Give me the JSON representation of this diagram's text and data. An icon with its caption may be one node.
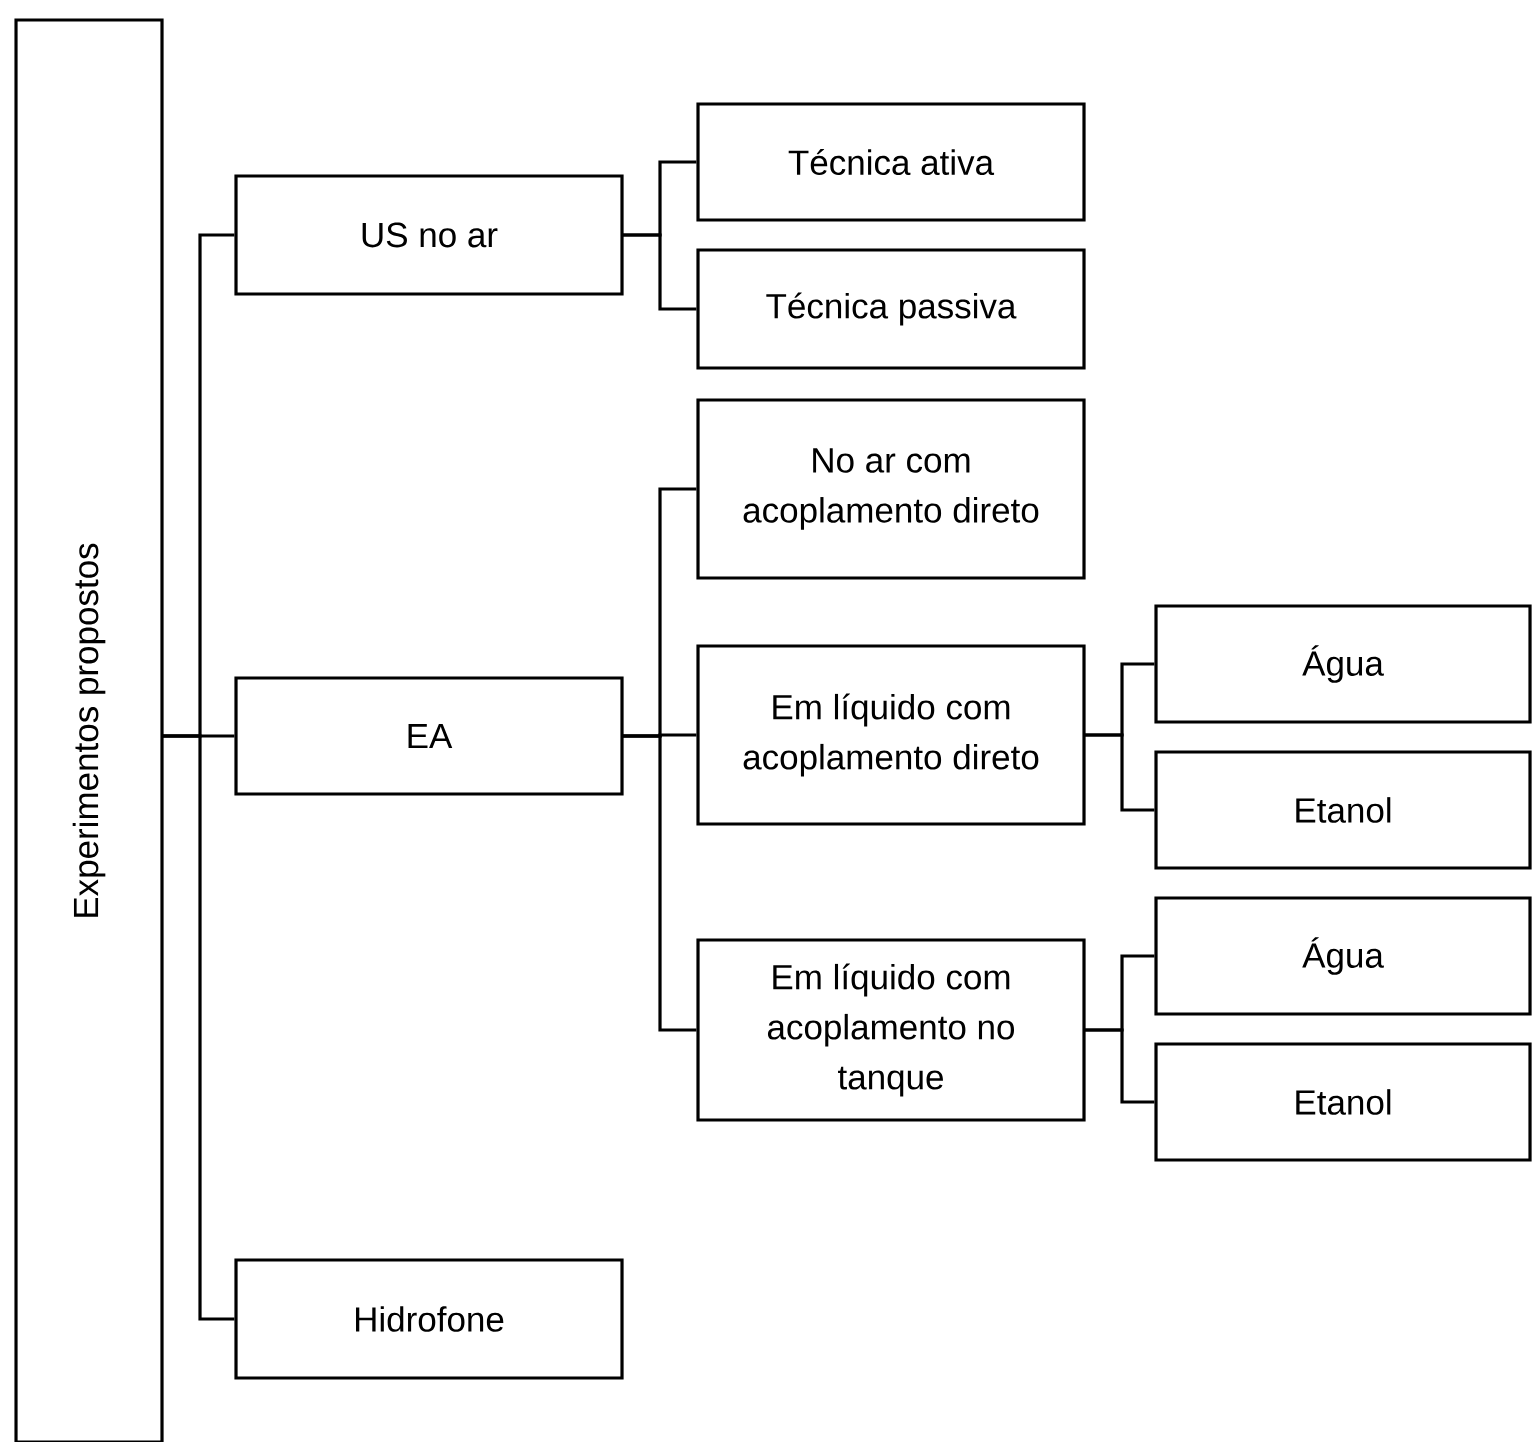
{
  "diagram": {
    "nodes": [
      {
        "text": [
          "Experimentos propostos"
        ]
      },
      {
        "text": [
          "US no ar"
        ]
      },
      {
        "text": [
          "Técnica ativa"
        ]
      },
      {
        "text": [
          "Técnica passiva"
        ]
      },
      {
        "text": [
          "EA"
        ]
      },
      {
        "text": [
          "No ar com acoplamento direto"
        ]
      },
      {
        "text": [
          "Em líquido com acoplamento direto"
        ]
      },
      {
        "text": [
          "Água"
        ]
      },
      {
        "text": [
          "Etanol"
        ]
      },
      {
        "text": [
          "Em líquido com acoplamento no tanque"
        ]
      },
      {
        "text": [
          "Água"
        ]
      },
      {
        "text": [
          "Etanol"
        ]
      },
      {
        "text": [
          "Hidrofone"
        ]
      }
    ],
    "edges": [
      {
        "from": 0,
        "to": 1,
        "arrow": "none"
      },
      {
        "from": 0,
        "to": 4,
        "arrow": "none"
      },
      {
        "from": 0,
        "to": 12,
        "arrow": "none"
      },
      {
        "from": 1,
        "to": 2,
        "arrow": "none"
      },
      {
        "from": 1,
        "to": 3,
        "arrow": "none"
      },
      {
        "from": 4,
        "to": 5,
        "arrow": "none"
      },
      {
        "from": 4,
        "to": 6,
        "arrow": "none"
      },
      {
        "from": 4,
        "to": 9,
        "arrow": "none"
      },
      {
        "from": 6,
        "to": 7,
        "arrow": "none"
      },
      {
        "from": 6,
        "to": 8,
        "arrow": "none"
      },
      {
        "from": 9,
        "to": 10,
        "arrow": "none"
      },
      {
        "from": 9,
        "to": 11,
        "arrow": "none"
      }
    ]
  }
}
